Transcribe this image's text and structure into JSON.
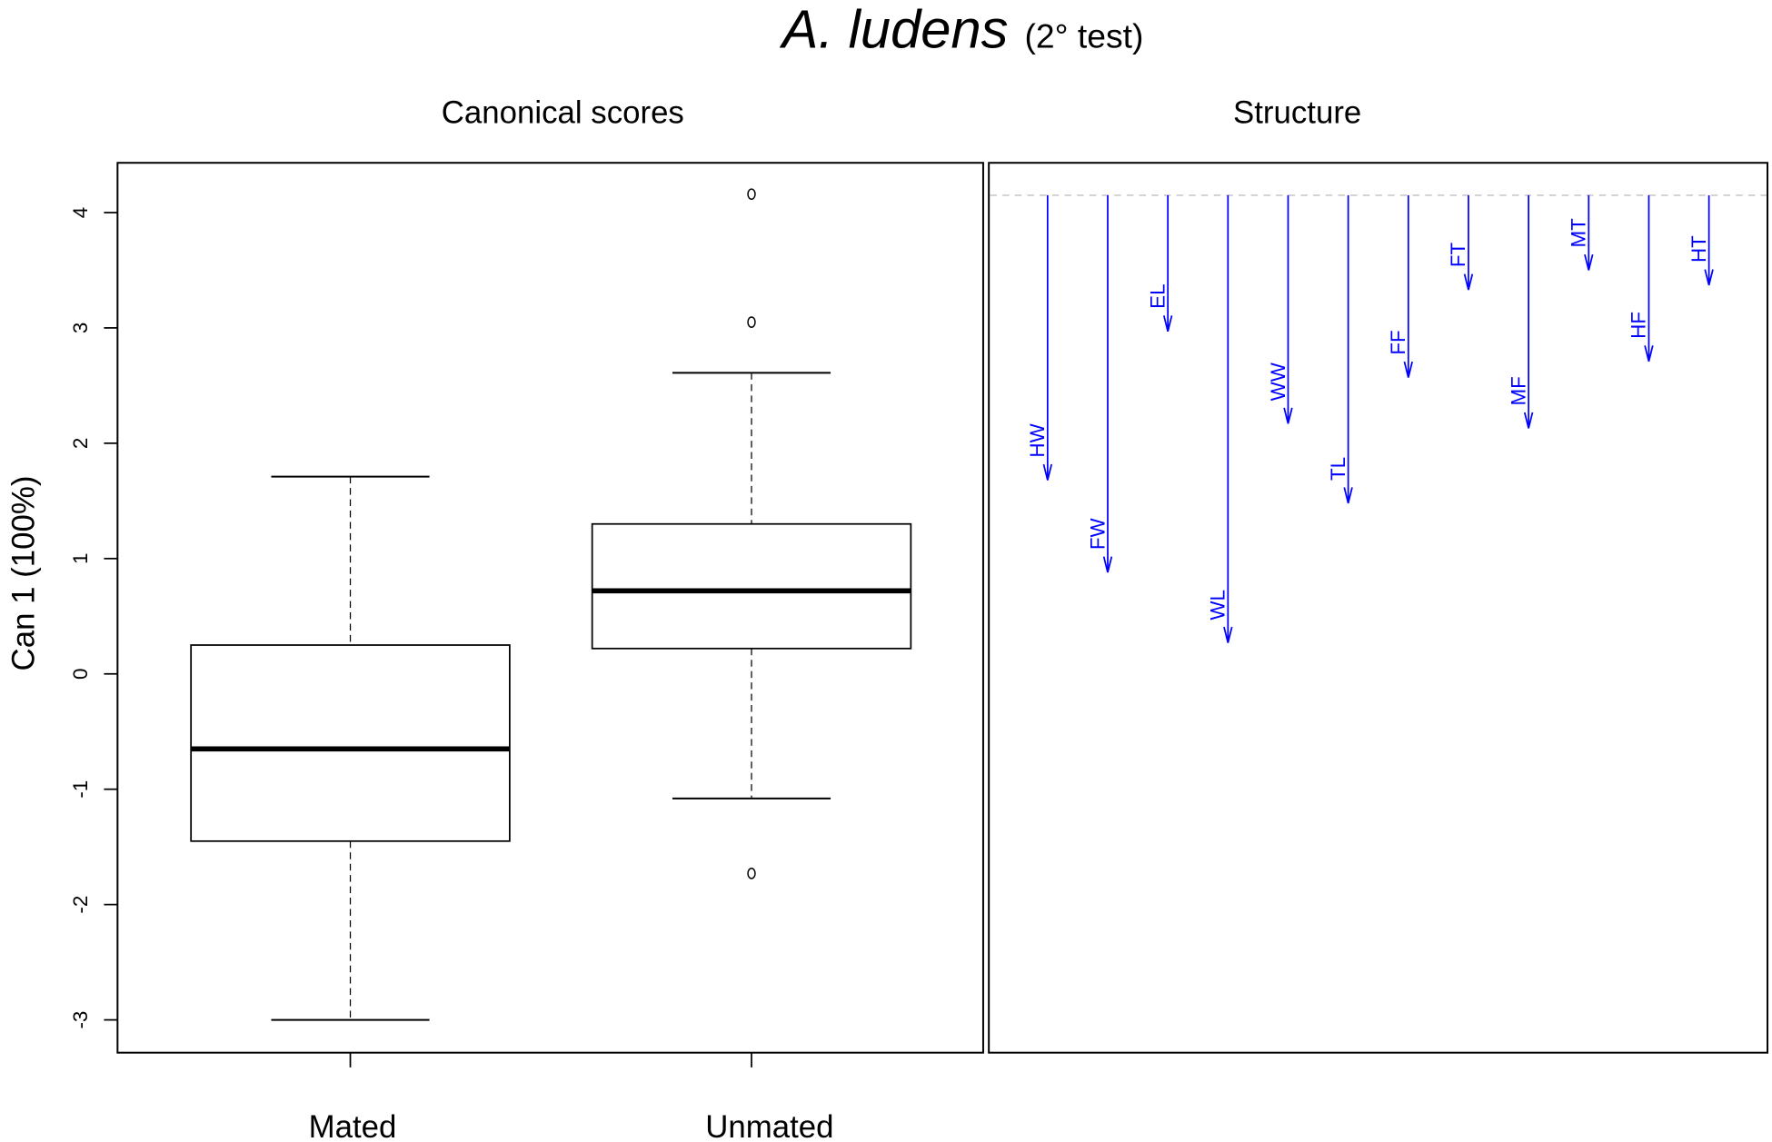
{
  "figure": {
    "title_italic": "A. ludens",
    "title_suffix": "(2° test)",
    "panels": [
      {
        "title": "Canonical scores"
      },
      {
        "title": "Structure"
      }
    ],
    "ylabel": "Can 1 (100%)"
  },
  "colors": {
    "arrow": "#0000ff",
    "reference_line": "#bfbfbf",
    "box": "#000000"
  },
  "chart_data": [
    {
      "type": "box",
      "title": "Canonical scores",
      "xlabel": "",
      "ylabel": "Can 1 (100%)",
      "ylim": [
        -3.3,
        4.45
      ],
      "yticks": [
        -3,
        -2,
        -1,
        0,
        1,
        2,
        3,
        4
      ],
      "categories": [
        "Mated",
        "Unmated"
      ],
      "series": [
        {
          "name": "Mated",
          "whisker_low": -3.0,
          "q1": -1.45,
          "median": -0.65,
          "q3": 0.25,
          "whisker_high": 1.71,
          "outliers": []
        },
        {
          "name": "Unmated",
          "whisker_low": -1.08,
          "q1": 0.22,
          "median": 0.72,
          "q3": 1.3,
          "whisker_high": 2.61,
          "outliers": [
            4.16,
            3.05,
            -1.73
          ]
        }
      ],
      "grid": false
    },
    {
      "type": "arrows",
      "title": "Structure",
      "description": "Structure coefficients drawn as downward arrows from a dashed reference line at the top; arrow length in same vertical scale (units of Can 1 axis)",
      "reference_y": 4.15,
      "variables": [
        {
          "name": "HW",
          "end": 1.68
        },
        {
          "name": "FW",
          "end": 0.88
        },
        {
          "name": "EL",
          "end": 2.97
        },
        {
          "name": "WL",
          "end": 0.27
        },
        {
          "name": "WW",
          "end": 2.17
        },
        {
          "name": "TL",
          "end": 1.48
        },
        {
          "name": "FF",
          "end": 2.57
        },
        {
          "name": "FT",
          "end": 3.33
        },
        {
          "name": "MF",
          "end": 2.13
        },
        {
          "name": "MT",
          "end": 3.5
        },
        {
          "name": "HF",
          "end": 2.71
        },
        {
          "name": "HT",
          "end": 3.37
        }
      ]
    }
  ]
}
